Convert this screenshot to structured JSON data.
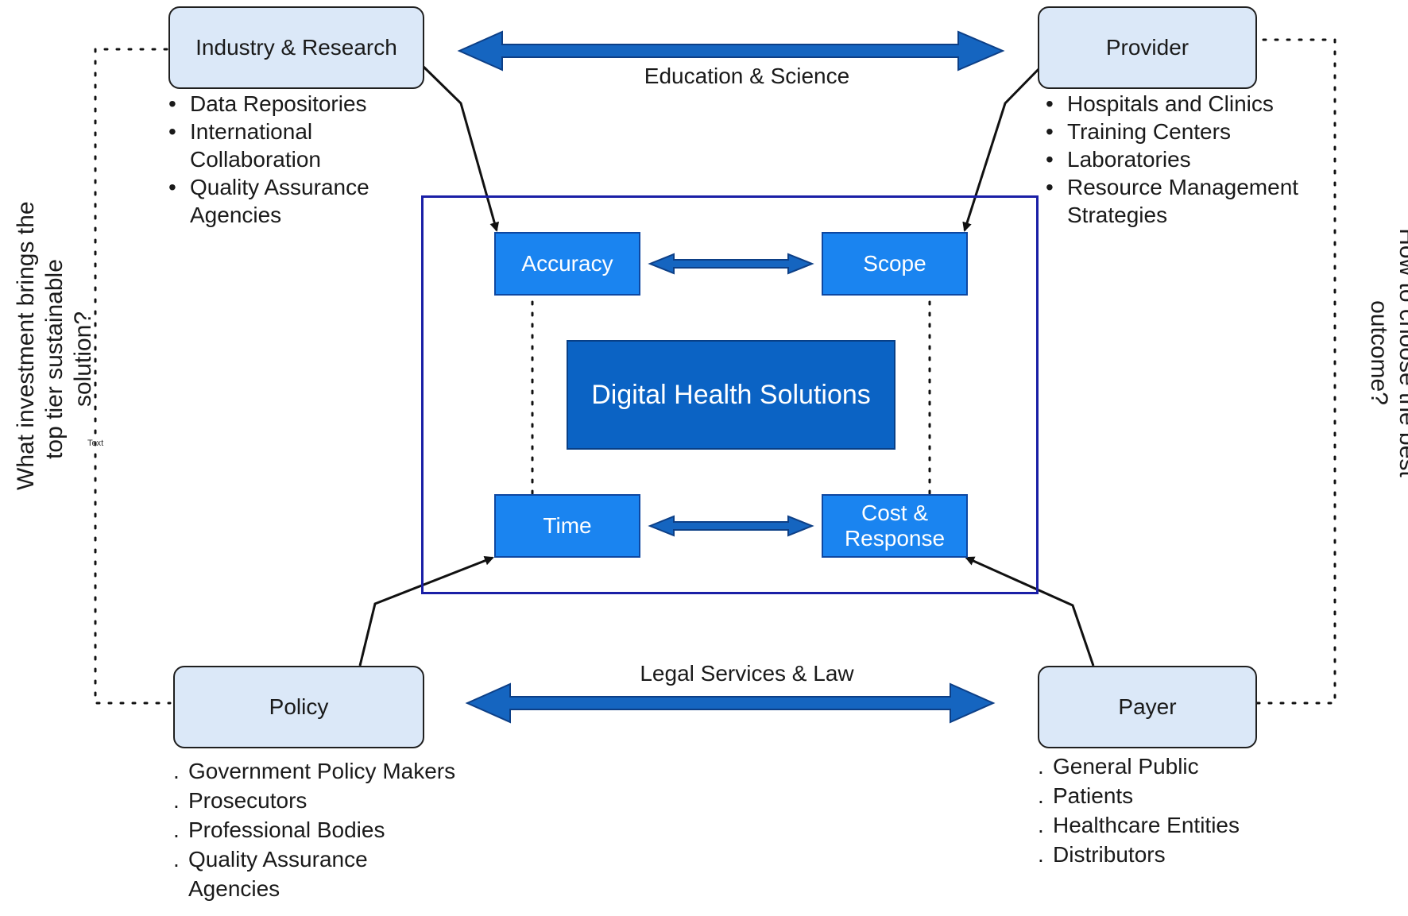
{
  "center": {
    "title": "Digital Health Solutions"
  },
  "factors": {
    "accuracy": "Accuracy",
    "scope": "Scope",
    "time": "Time",
    "cost_line1": "Cost &",
    "cost_line2": "Response"
  },
  "stakeholders": {
    "industry": {
      "title": "Industry & Research",
      "items": [
        "Data Repositories",
        "International",
        "Collaboration",
        "Quality Assurance",
        "Agencies"
      ]
    },
    "provider": {
      "title": "Provider",
      "items": [
        "Hospitals and Clinics",
        "Training Centers",
        "Laboratories",
        "Resource Management",
        "Strategies"
      ]
    },
    "policy": {
      "title": "Policy",
      "items": [
        "Government Policy Makers",
        "Prosecutors",
        "Professional Bodies",
        "Quality Assurance",
        "Agencies"
      ]
    },
    "payer": {
      "title": "Payer",
      "items": [
        "General Public",
        "Patients",
        "Healthcare Entities",
        "Distributors"
      ]
    }
  },
  "connections": {
    "top": "Education & Science",
    "bottom": "Legal Services & Law"
  },
  "questions": {
    "left_line1": "What investment brings the",
    "left_line2": "top tier sustainable",
    "left_line3": "solution?",
    "right_line1": "How to choose the best",
    "right_line2": "outcome?"
  },
  "stray_text": "Text",
  "colors": {
    "stakeholder_fill": "#dbe8f8",
    "factor_fill": "#1a84f0",
    "center_fill": "#0b63c4",
    "frame": "#1a1fa6",
    "arrow": "#1565c0"
  }
}
